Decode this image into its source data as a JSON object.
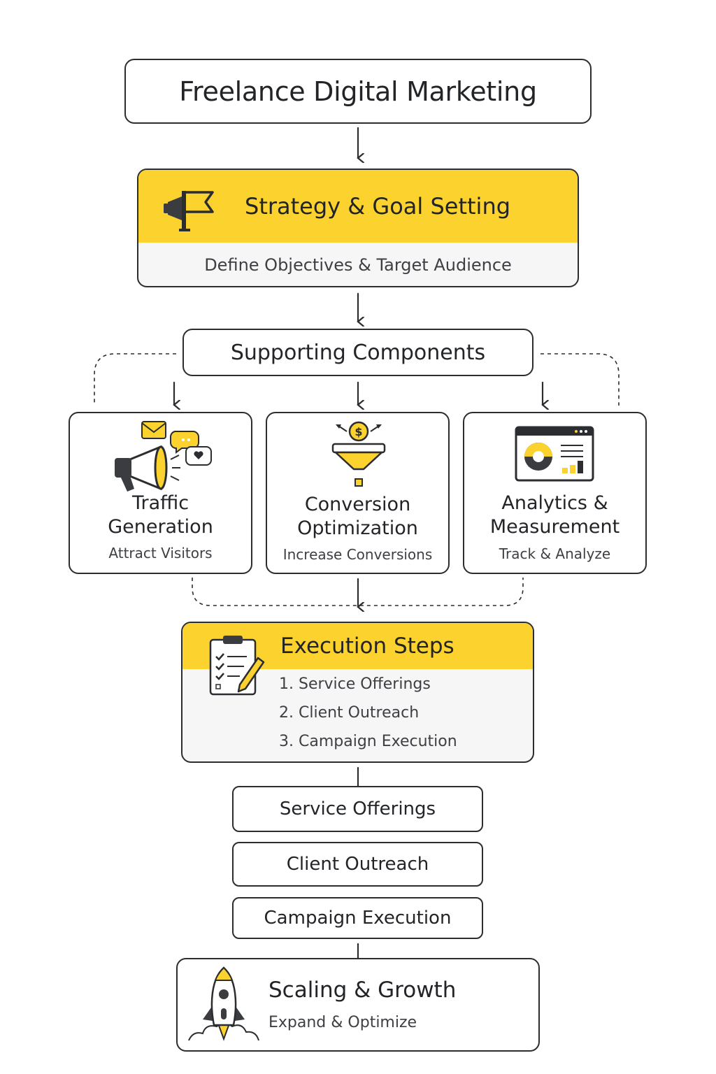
{
  "title": "Freelance Digital Marketing",
  "strategy": {
    "title": "Strategy & Goal Setting",
    "subtitle": "Define Objectives & Target Audience",
    "icon": "megaphone-flag-icon"
  },
  "supporting": {
    "title": "Supporting Components",
    "cards": [
      {
        "title_line1": "Traffic",
        "title_line2": "Generation",
        "subtitle": "Attract Visitors",
        "icon": "megaphone-icon"
      },
      {
        "title_line1": "Conversion",
        "title_line2": "Optimization",
        "subtitle": "Increase Conversions",
        "icon": "funnel-icon"
      },
      {
        "title_line1": "Analytics &",
        "title_line2": "Measurement",
        "subtitle": "Track & Analyze",
        "icon": "dashboard-icon"
      }
    ]
  },
  "execution": {
    "title": "Execution Steps",
    "items": [
      "1. Service Offerings",
      "2. Client Outreach",
      "3. Campaign Execution"
    ],
    "icon": "clipboard-checklist-icon"
  },
  "steps": [
    "Service Offerings",
    "Client Outreach",
    "Campaign Execution"
  ],
  "scaling": {
    "title": "Scaling & Growth",
    "subtitle": "Expand & Optimize",
    "icon": "rocket-icon"
  },
  "colors": {
    "accent": "#fbd22e",
    "stroke": "#2b2d30",
    "panel": "#f6f6f7"
  }
}
